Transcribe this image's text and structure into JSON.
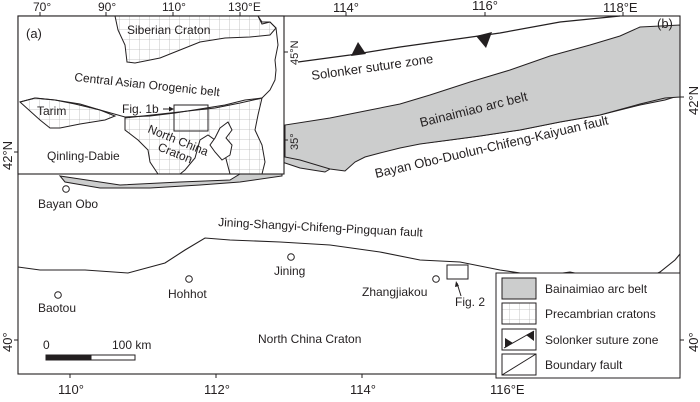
{
  "main_map": {
    "panel_label": "(b)",
    "top_ticks": [
      "114°",
      "116°",
      "118°E"
    ],
    "bottom_ticks": [
      "110°",
      "112°",
      "114°",
      "116°E"
    ],
    "left_ticks": [
      "42°N",
      "40°"
    ],
    "right_ticks": [
      "42°N",
      "40°"
    ],
    "features": {
      "suture": "Solonker suture zone",
      "arc_belt": "Bainaimiao arc belt",
      "fault_north": "Bayan Obo-Duolun-Chifeng-Kaiyuan fault",
      "fault_south": "Jining-Shangyi-Chifeng-Pingquan fault",
      "craton": "North China Craton"
    },
    "cities": [
      {
        "name": "Bayan Obo"
      },
      {
        "name": "Baotou"
      },
      {
        "name": "Hohhot"
      },
      {
        "name": "Jining"
      },
      {
        "name": "Zhangjiakou"
      }
    ],
    "fig2_label": "Fig. 2",
    "scale_bar": {
      "start": "0",
      "end": "100 km"
    }
  },
  "inset_map": {
    "panel_label": "(a)",
    "top_ticks": [
      "70°",
      "90°",
      "110°",
      "130°E"
    ],
    "right_ticks": [
      "45°N",
      "35°"
    ],
    "regions": {
      "siberian": "Siberian Craton",
      "caob": "Central Asian Orogenic belt",
      "tarim": "Tarim",
      "qinling": "Qinling-Dabie",
      "ncc_line1": "North China",
      "ncc_line2": "Craton"
    },
    "fig1b_label": "Fig. 1b"
  },
  "legend": {
    "items": [
      {
        "label": "Bainaimiao arc belt",
        "symbol": "gray-fill"
      },
      {
        "label": "Precambrian cratons",
        "symbol": "grid-fill"
      },
      {
        "label": "Solonker suture zone",
        "symbol": "suture-triangles"
      },
      {
        "label": "Boundary fault",
        "symbol": "diagonal-line"
      }
    ]
  },
  "colors": {
    "arc_belt_fill": "#cccdcd",
    "line": "#231f20",
    "grid": "#b5b5b5"
  }
}
